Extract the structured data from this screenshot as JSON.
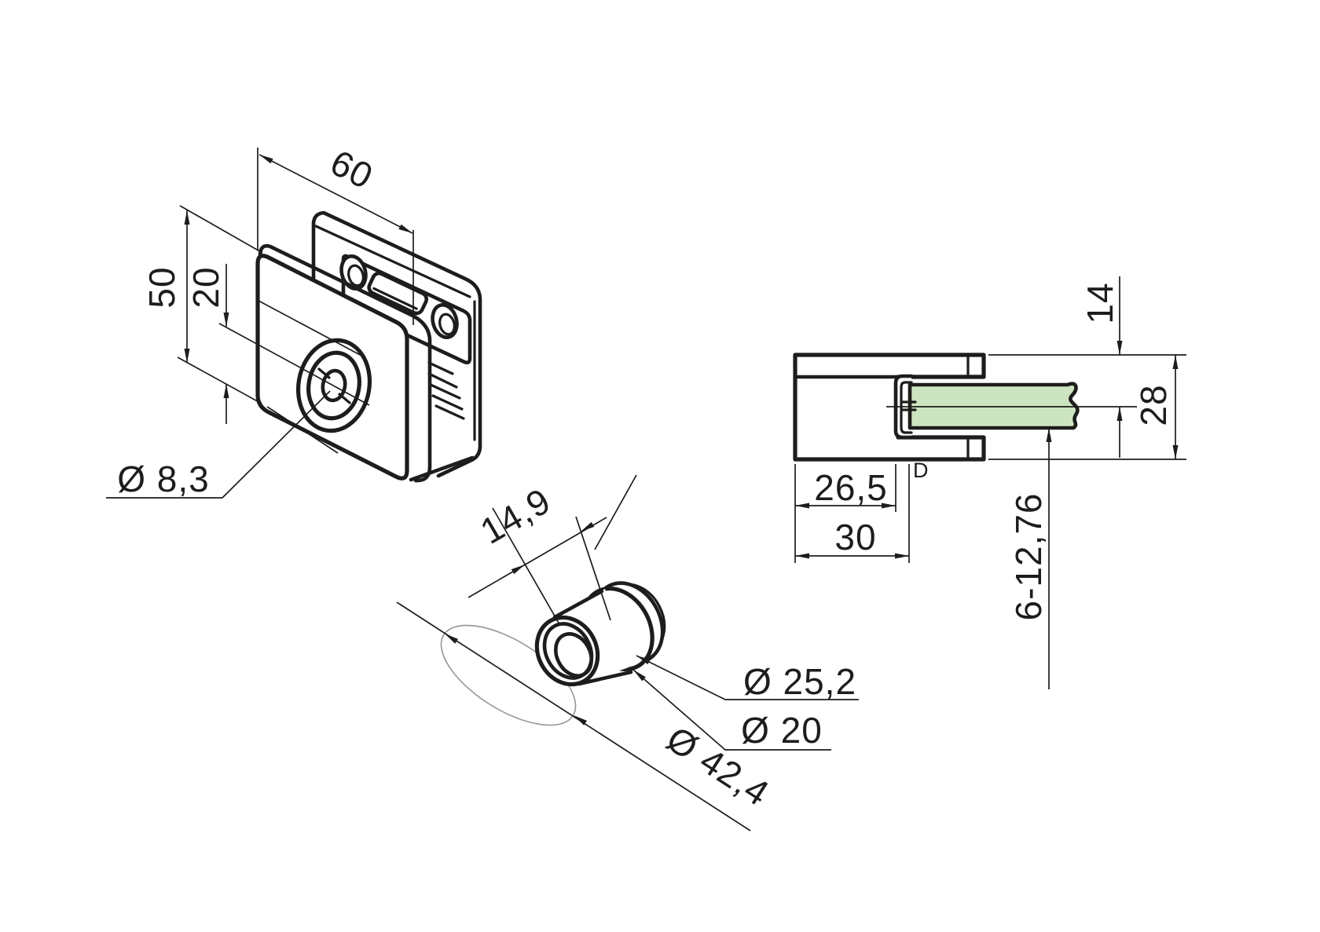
{
  "drawing": {
    "type": "technical-engineering-drawing",
    "background_color": "#ffffff",
    "line_color": "#1d1d1b",
    "glass_color": "#cde4c0",
    "tube_outline_color": "#9b9b9b"
  },
  "views": {
    "isometric_view": {
      "description": "isometric view of square glass clamp",
      "dimensions": {
        "width": "60",
        "height": "50",
        "hole_center_offset": "20",
        "hole_diameter": "Ø 8,3"
      }
    },
    "side_view": {
      "description": "side section view of clamp holding glass panel",
      "dimensions": {
        "clamp_inner_depth": "26,5",
        "clamp_depth": "30",
        "top_to_glass_center": "14",
        "clamp_height": "28",
        "glass_thickness_range": "6-12,76",
        "glass_datum_label": "D"
      }
    },
    "tube_adapter_view": {
      "description": "detail of round-tube adapter insert",
      "dimensions": {
        "adapter_length": "14,9",
        "flange_diameter": "Ø 25,2",
        "neck_diameter": "Ø 20",
        "tube_diameter": "Ø 42,4"
      }
    }
  }
}
